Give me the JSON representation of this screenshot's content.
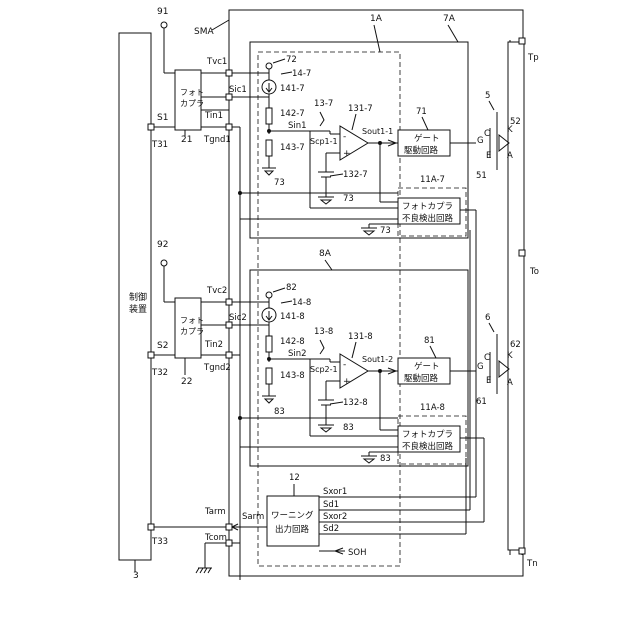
{
  "labels": {
    "controller_label": "制御\n装置",
    "controller_ref": "3",
    "node_91": "91",
    "node_92": "92",
    "module_ref": "SMA",
    "module_1A": "1A",
    "module_7A": "7A",
    "module_8A": "8A",
    "tvc1": "Tvc1",
    "tvc2": "Tvc2",
    "sic1": "Sic1",
    "sic2": "Sic2",
    "tin1": "Tin1",
    "tin2": "Tin2",
    "tgnd1": "Tgnd1",
    "tgnd2": "Tgnd2",
    "s1": "S1",
    "s2": "S2",
    "t31": "T31",
    "t32": "T32",
    "t33": "T33",
    "ref_21": "21",
    "ref_22": "22",
    "photocoupler": "フォト\nカプラ",
    "ref_72": "72",
    "ref_14_7": "14-7",
    "ref_141_7": "141-7",
    "ref_142_7": "142-7",
    "sin1": "Sin1",
    "ref_143_7": "143-7",
    "ref_73a": "73",
    "ref_73b": "73",
    "ref_73c": "73",
    "ref_13_7": "13-7",
    "scp1_1": "Scp1-1",
    "ref_131_7": "131-7",
    "sout1_1": "Sout1-1",
    "ref_132_7": "132-7",
    "ref_71": "71",
    "gate_drive": "ゲート\n駆動回路",
    "ref_11A_7": "11A-7",
    "fault_detect": "フォトカプラ\n不良検出回路",
    "ref_5": "5",
    "ref_52": "52",
    "ref_51": "51",
    "tp": "Tp",
    "to": "To",
    "tn": "Tn",
    "g1": "G",
    "c1": "C",
    "e1": "E",
    "k1": "K",
    "a1": "A",
    "ref_82": "82",
    "ref_14_8": "14-8",
    "ref_141_8": "141-8",
    "ref_142_8": "142-8",
    "sin2": "Sin2",
    "ref_143_8": "143-8",
    "ref_83a": "83",
    "ref_83b": "83",
    "ref_83c": "83",
    "ref_13_8": "13-8",
    "scp2_1": "Scp2-1",
    "ref_131_8": "131-8",
    "sout1_2": "Sout1-2",
    "ref_132_8": "132-8",
    "ref_81": "81",
    "ref_11A_8": "11A-8",
    "ref_6": "6",
    "ref_62": "62",
    "ref_61": "61",
    "g2": "G",
    "c2": "C",
    "e2": "E",
    "k2": "K",
    "a2": "A",
    "ref_12": "12",
    "sxor1": "Sxor1",
    "sd1": "Sd1",
    "sxor2": "Sxor2",
    "sd2": "Sd2",
    "warning_out": "ワーニング\n出力回路",
    "soh": "SOH",
    "tarm": "Tarm",
    "sarm": "Sarm",
    "tcom": "Tcom"
  }
}
